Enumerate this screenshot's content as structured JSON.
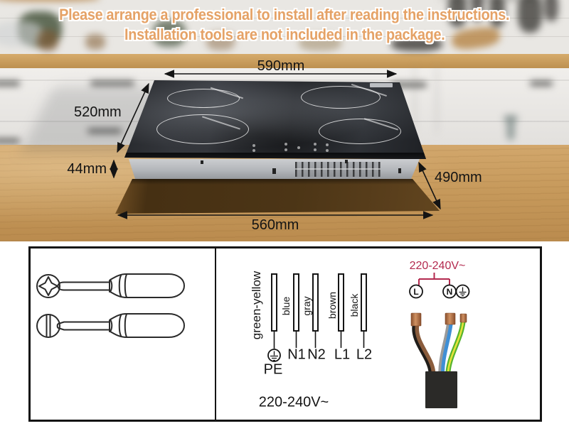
{
  "banner": {
    "line1": "Please arrange a professional to install after reading the instructions.",
    "line2": "Installation tools are not included in the package.",
    "text_color": "#E5A266"
  },
  "dimensions": {
    "top_width": "590mm",
    "depth": "520mm",
    "height": "44mm",
    "cutout_depth": "490mm",
    "cutout_width": "560mm"
  },
  "wiring_diagram": {
    "wires": [
      {
        "color_label": "green-yellow",
        "terminal": "PE"
      },
      {
        "color_label": "blue",
        "terminal": "N1"
      },
      {
        "color_label": "gray",
        "terminal": "N2"
      },
      {
        "color_label": "brown",
        "terminal": "L1"
      },
      {
        "color_label": "black",
        "terminal": "L2"
      }
    ],
    "voltage_label": "220-240V~",
    "plug": {
      "voltage_label": "220-240V~",
      "live": "L",
      "neutral": "N"
    },
    "accent_color": "#B3294E"
  }
}
